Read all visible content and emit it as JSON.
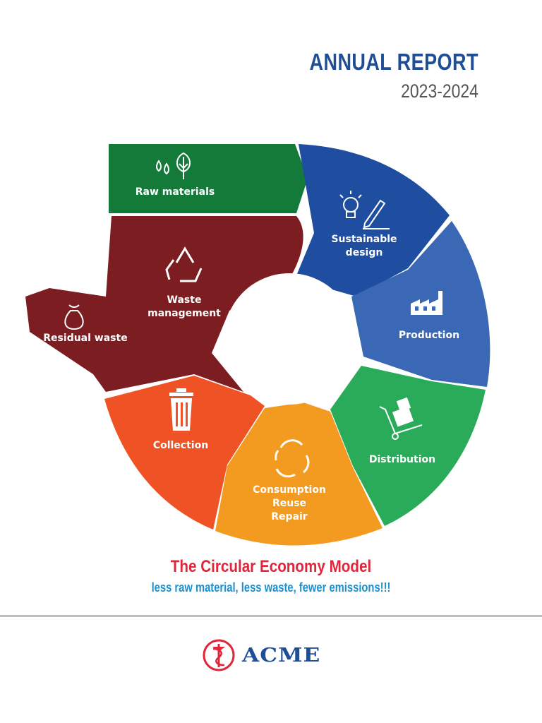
{
  "header": {
    "title": "ANNUAL REPORT",
    "year": "2023-2024"
  },
  "cycle": {
    "segments": [
      {
        "id": "raw-materials",
        "lines": [
          "Raw materials"
        ],
        "color": "#137a3a",
        "icon": "water-drops-tree-icon"
      },
      {
        "id": "sustainable-design",
        "lines": [
          "Sustainable",
          "design"
        ],
        "color": "#1f4ea0",
        "icon": "lightbulb-pencil-icon"
      },
      {
        "id": "production",
        "lines": [
          "Production"
        ],
        "color": "#3b68b5",
        "icon": "factory-icon"
      },
      {
        "id": "distribution",
        "lines": [
          "Distribution"
        ],
        "color": "#2aab59",
        "icon": "hand-truck-icon"
      },
      {
        "id": "consumption",
        "lines": [
          "Consumption",
          "Reuse",
          "Repair"
        ],
        "color": "#f39b21",
        "icon": "cycle-arrows-icon"
      },
      {
        "id": "collection",
        "lines": [
          "Collection"
        ],
        "color": "#ef5325",
        "icon": "trash-bin-icon"
      },
      {
        "id": "waste-management",
        "lines": [
          "Waste",
          "management"
        ],
        "color": "#7c1d22",
        "icon": "recycle-icon"
      },
      {
        "id": "residual-waste",
        "lines": [
          "Residual waste"
        ],
        "color": "#7c1d22",
        "icon": "garbage-bag-icon"
      }
    ]
  },
  "footer": {
    "model_title": "The Circular Economy Model",
    "tagline": "less raw material, less waste, fewer emissions!!!",
    "brand": "ACME",
    "brand_colors": {
      "emblem": "#e0263a",
      "wordmark": "#1f4e96"
    }
  }
}
